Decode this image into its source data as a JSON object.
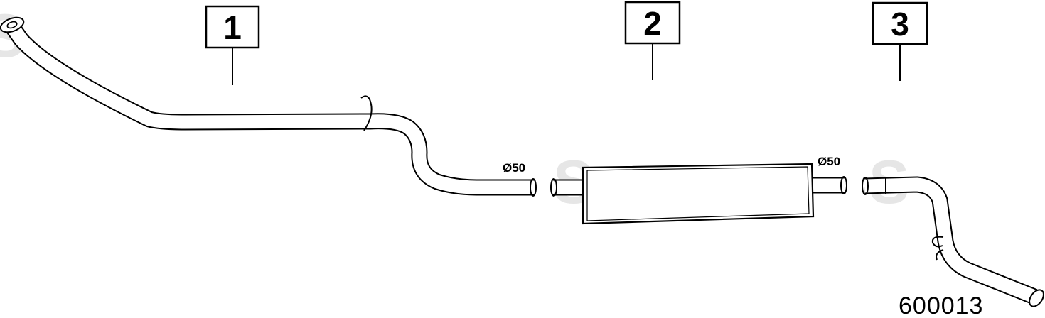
{
  "callouts": [
    {
      "label": "1"
    },
    {
      "label": "2"
    },
    {
      "label": "3"
    }
  ],
  "dimensions": {
    "front_pipe_outlet": "Ø50",
    "muffler_outlet": "Ø50"
  },
  "part_number": "600013",
  "watermark_letter": "S"
}
